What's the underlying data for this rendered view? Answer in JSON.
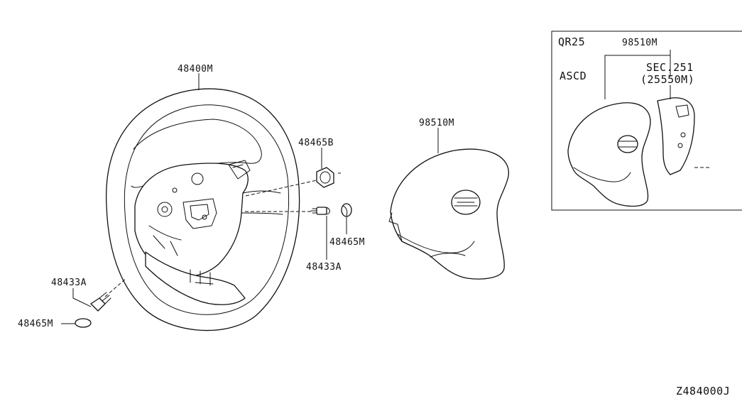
{
  "parts": {
    "steering_wheel": "48400M",
    "nut_top": "48465B",
    "cap_right": "48465M",
    "bolt_right": "48433A",
    "bolt_left": "48433A",
    "cap_left": "48465M",
    "airbag_main": "98510M"
  },
  "inset": {
    "engine": "QR25",
    "airbag": "98510M",
    "feature": "ASCD",
    "section_ref": "SEC.251",
    "switch_part": "(25550M)"
  },
  "diagram_id": "Z484000J"
}
